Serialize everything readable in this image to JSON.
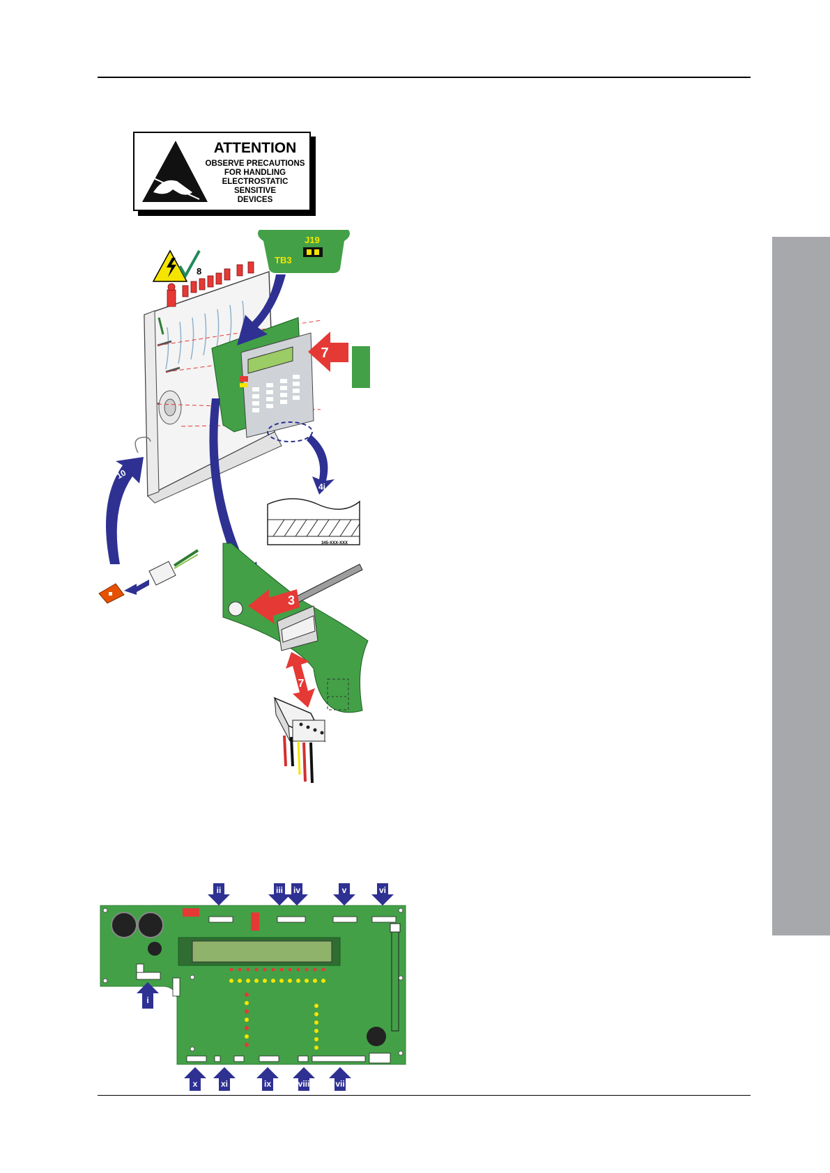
{
  "attention_label": {
    "title": "ATTENTION",
    "lines": [
      "OBSERVE PRECAUTIONS",
      "FOR HANDLING",
      "ELECTROSTATIC",
      "SENSITIVE",
      "DEVICES"
    ]
  },
  "connector_callout": {
    "connector": "J19",
    "terminal": "TB3"
  },
  "step_markers": {
    "step_8": "8",
    "step_7_panel": "7",
    "step_4i": "4i",
    "step_10": "10",
    "step_3": "3",
    "step_7_cable": "7"
  },
  "label_detail": {
    "code": "345-XXX-XXX"
  },
  "board_callouts": {
    "top": [
      "ii",
      "iii",
      "iv",
      "v",
      "vi"
    ],
    "left": [
      "i"
    ],
    "bottom": [
      "x",
      "xi",
      "ix",
      "viii",
      "vii"
    ]
  },
  "colors": {
    "board_green": "#43a047",
    "arrow_blue": "#2e3192",
    "arrow_red": "#e53935",
    "side_tab_gray": "#a6a8ab",
    "callout_yellow": "#f5e400"
  }
}
